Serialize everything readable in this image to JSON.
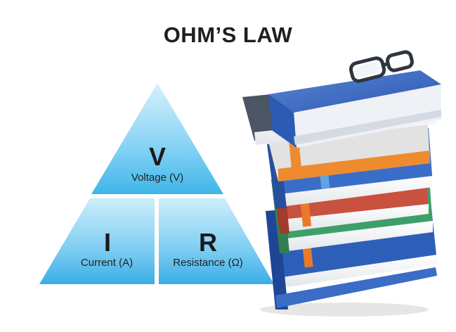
{
  "title": "OHM’S LAW",
  "triangle": {
    "top": {
      "letter": "V",
      "label": "Voltage (V)"
    },
    "bottom_left": {
      "letter": "I",
      "label": "Current (A)"
    },
    "bottom_right": {
      "letter": "R",
      "label": "Resistance (Ω)"
    }
  },
  "colors": {
    "segment_light": "#cdeefb",
    "segment_dark": "#3fb5ea",
    "divider": "#ffffff"
  },
  "illustration": {
    "icon": "books-stack-with-glasses-icon"
  }
}
